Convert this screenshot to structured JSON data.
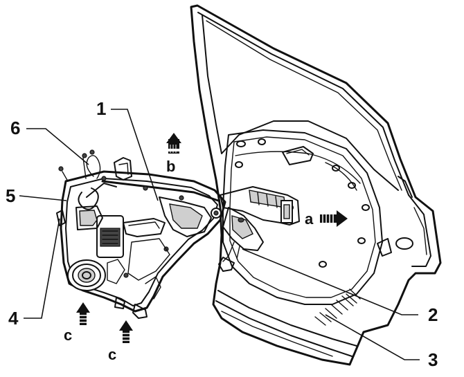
{
  "labels": {
    "part1": "1",
    "part2": "2",
    "part3": "3",
    "part4": "4",
    "part5": "5",
    "part6": "6",
    "dir_a": "a",
    "dir_b": "b",
    "dir_c1": "c",
    "dir_c2": "c"
  },
  "icons": {
    "arrow_a": "hatched-arrow-right-icon",
    "arrow_b": "hatched-arrow-up-icon",
    "arrow_c": "hatched-arrow-up-icon"
  },
  "colors": {
    "ink": "#111111",
    "background": "#ffffff"
  }
}
